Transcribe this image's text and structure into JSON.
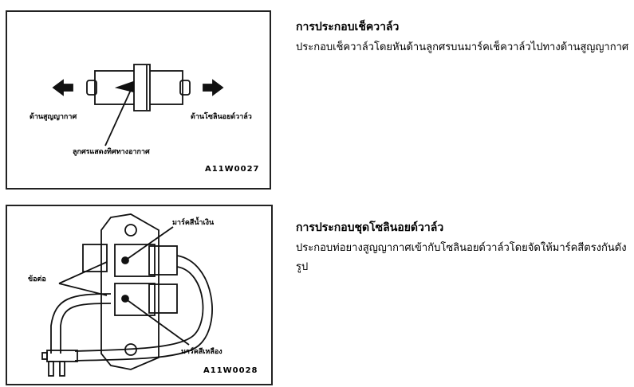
{
  "figure1": {
    "code": "A11W0027",
    "label_vacuum_side": "ด้านสูญญากาศ",
    "label_solenoid_side": "ด้านโซลินอยด์วาล์ว",
    "label_arrow": "ลูกศรแสดงทิศทางอากาศ"
  },
  "figure2": {
    "code": "A11W0028",
    "label_blue_mark": "มาร์คสีน้ำเงิน",
    "label_joint": "ข้อต่อ",
    "label_yellow_mark": "มาร์คสีเหลือง"
  },
  "section1": {
    "title": "การประกอบเช็ควาล์ว",
    "body": "ประกอบเช็ควาล์วโดยหันด้านลูกศรบนมาร์คเช็ควาล์วไปทางด้านสูญญากาศ"
  },
  "section2": {
    "title": "การประกอบชุดโซลินอยด์วาล์ว",
    "body": "ประกอบท่อยางสูญญากาศเข้ากับโซลินอยด์วาล์วโดยจัดให้มาร์คสีตรงกันดังรูป"
  }
}
